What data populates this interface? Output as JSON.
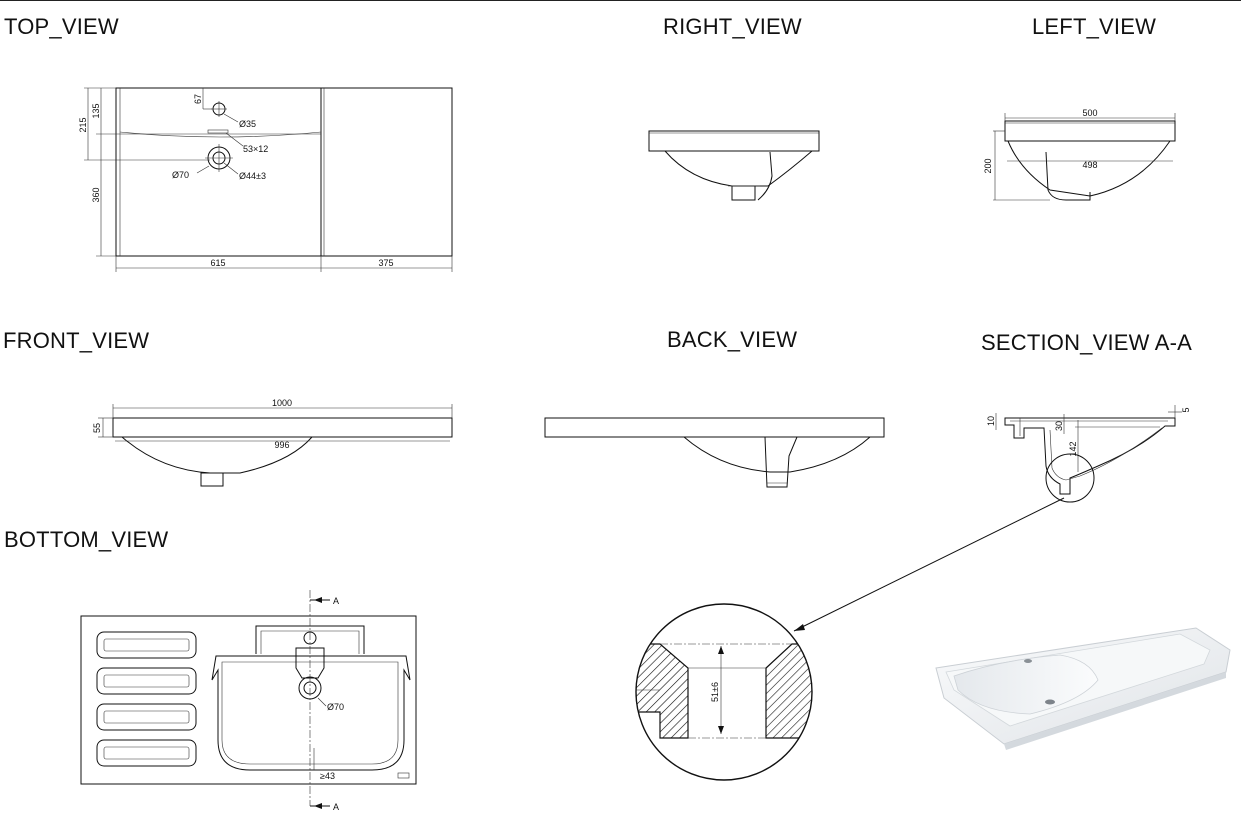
{
  "views": {
    "top": "TOP_VIEW",
    "right": "RIGHT_VIEW",
    "left": "LEFT_VIEW",
    "front": "FRONT_VIEW",
    "back": "BACK_VIEW",
    "section": "SECTION_VIEW  A-A",
    "bottom": "BOTTOM_VIEW"
  },
  "dims": {
    "top_67": "67",
    "top_135": "135",
    "top_215": "215",
    "top_360": "360",
    "top_d35": "Ø35",
    "top_53x12": "53×12",
    "top_d70": "Ø70",
    "top_d44": "Ø44±3",
    "top_615": "615",
    "top_375": "375",
    "left_500": "500",
    "left_498": "498",
    "left_200": "200",
    "front_1000": "1000",
    "front_996": "996",
    "front_55": "55",
    "sec_10": "10",
    "sec_30": "30",
    "sec_142": "142",
    "sec_5": "5",
    "detail_51": "51±6",
    "bottom_d70": "Ø70",
    "bottom_ge43": "≥43",
    "bottom_a_top": "A",
    "bottom_a_bottom": "A"
  },
  "colors": {
    "line": "#111111",
    "background": "#ffffff",
    "photo_basin": "#f1f3f5"
  }
}
